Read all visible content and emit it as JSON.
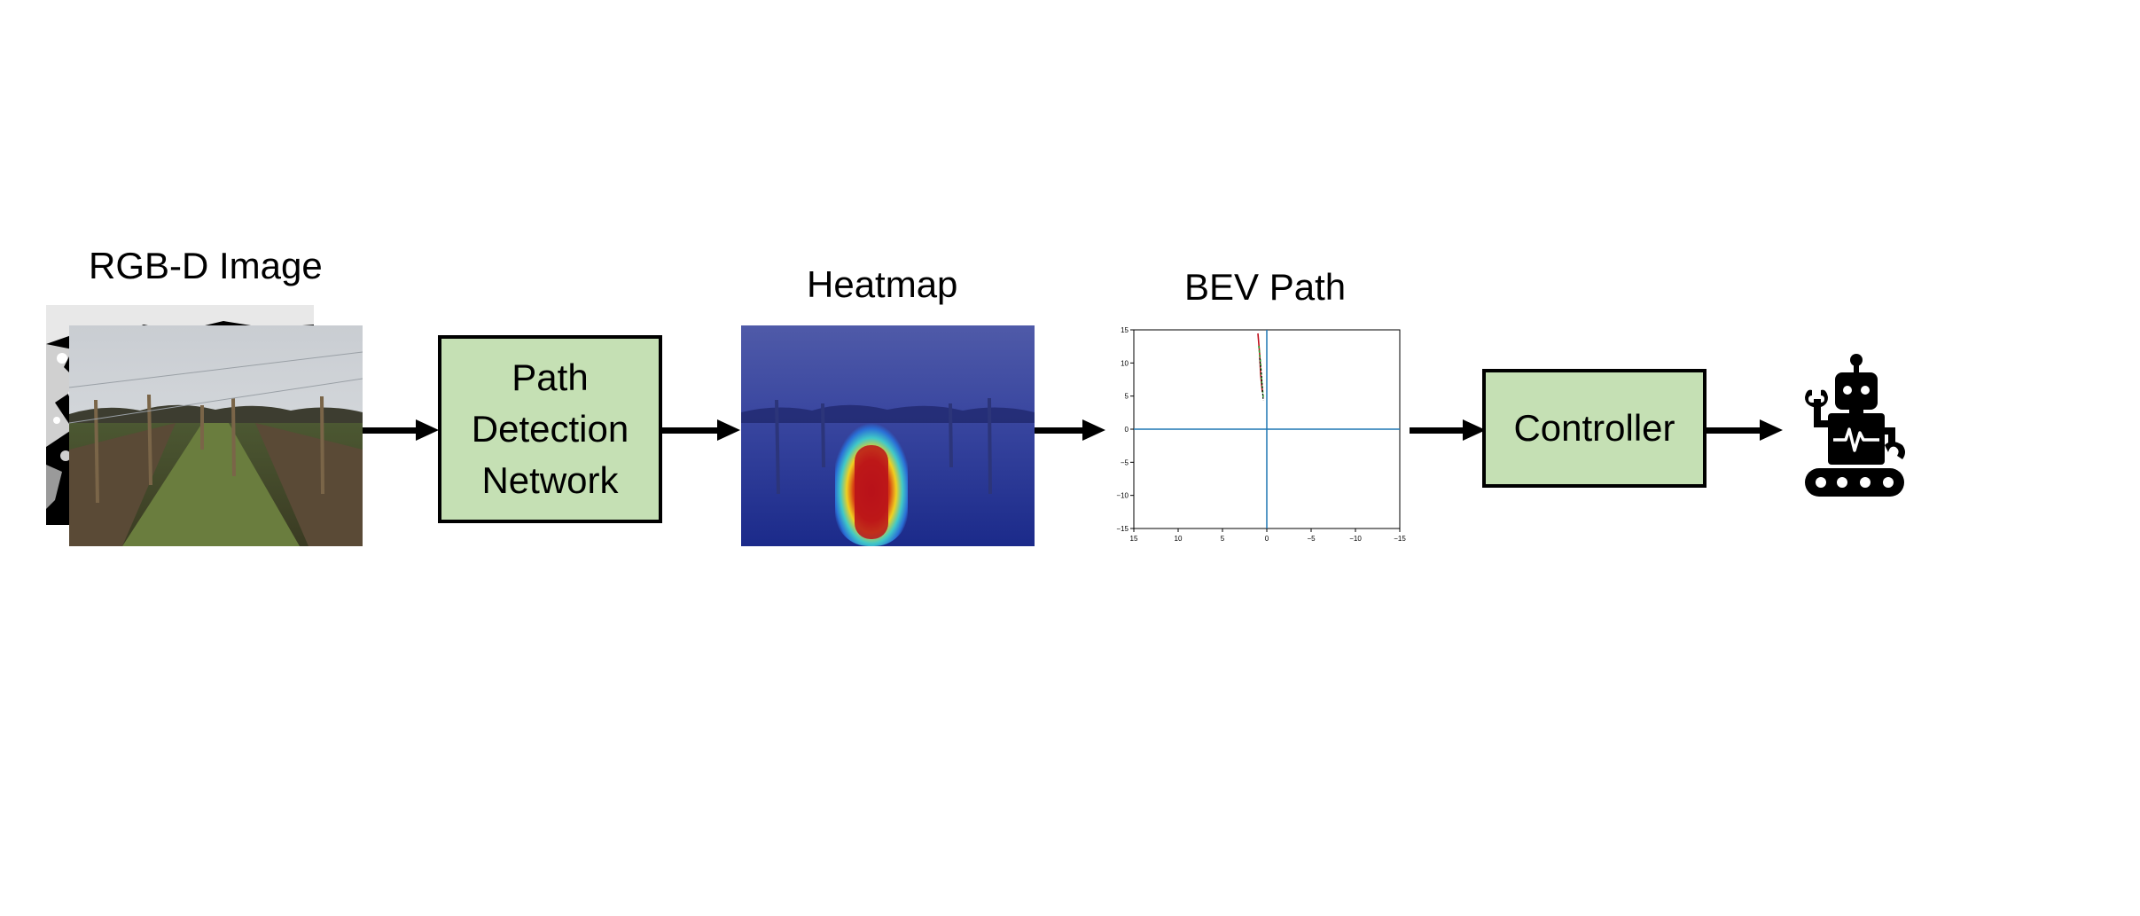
{
  "labels": {
    "rgbd": "RGB-D Image",
    "heatmap": "Heatmap",
    "bev": "BEV Path"
  },
  "blocks": {
    "path_detection": [
      "Path",
      "Detection",
      "Network"
    ],
    "controller": [
      "Controller"
    ]
  },
  "bev_plot": {
    "x_ticks": [
      "15",
      "10",
      "5",
      "0",
      "−5",
      "−10",
      "−15"
    ],
    "y_ticks": [
      "15",
      "10",
      "5",
      "0",
      "−5",
      "−10",
      "−15"
    ]
  },
  "icons": {
    "robot": "robot-icon"
  },
  "colors": {
    "block_fill": "#c5e0b4",
    "axis_line": "#1f77b4",
    "heat_hot": "#c1121f",
    "heat_cold": "#1b2a8a"
  }
}
